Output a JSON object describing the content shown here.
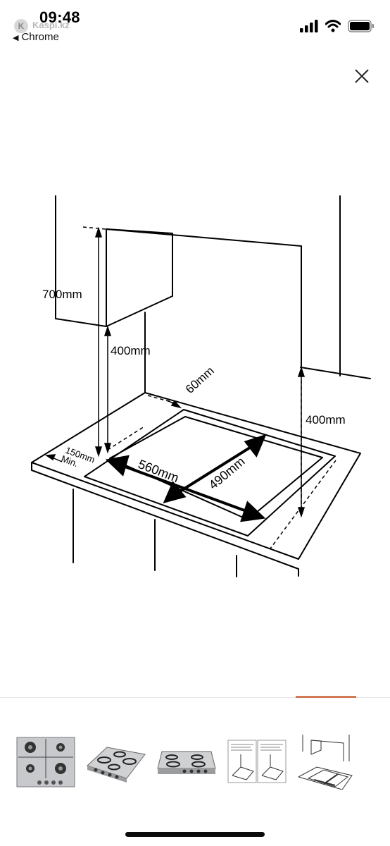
{
  "status_bar": {
    "time": "09:48",
    "app_badge": "K",
    "app_name": "Kaspi.kz",
    "back_label": "Chrome"
  },
  "diagram": {
    "labels": {
      "cabinet_height": "700mm",
      "left_clearance": "400mm",
      "back_clearance": "60mm",
      "right_clearance": "400mm",
      "side_clearance_line1": "150mm",
      "side_clearance_line2": "Min.",
      "cutout_width": "560mm",
      "cutout_depth": "490mm"
    }
  },
  "gallery": {
    "active_index": 4,
    "accent_color": "#d27a55",
    "thumbnails": [
      {
        "name": "hob-top-view"
      },
      {
        "name": "hob-angle-view"
      },
      {
        "name": "hob-front-angle-view"
      },
      {
        "name": "installation-sheet"
      },
      {
        "name": "installation-diagram"
      }
    ]
  }
}
